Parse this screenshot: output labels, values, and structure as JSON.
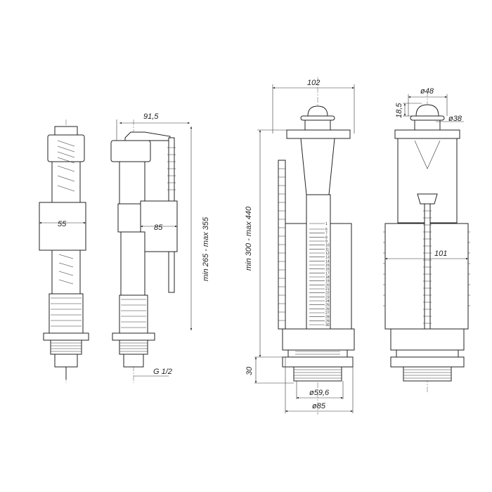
{
  "drawing": {
    "fill_valve_side": {
      "width_label": "55"
    },
    "fill_valve_front": {
      "height_label": "91,5",
      "float_label": "85",
      "range_label": "min 265 - max 355",
      "thread_label": "G 1/2"
    },
    "flush_valve_front": {
      "width_label": "102",
      "range_label": "min 300 - max 440",
      "thread_height_label": "30",
      "inner_diameter_label": "ø59,6",
      "outer_diameter_label": "ø85",
      "scale_numbers": [
        "1",
        "6",
        "7",
        "8",
        "9",
        "10",
        "11",
        "12",
        "13",
        "14",
        "15",
        "16",
        "17",
        "18",
        "19",
        "20",
        "21",
        "22",
        "23",
        "24",
        "25",
        "26",
        "27",
        "28",
        "29",
        "30"
      ]
    },
    "flush_valve_side": {
      "button_diameter_label": "ø48",
      "button_height_label": "18,5",
      "inner_diameter_label": "ø38",
      "width_label": "101"
    }
  }
}
